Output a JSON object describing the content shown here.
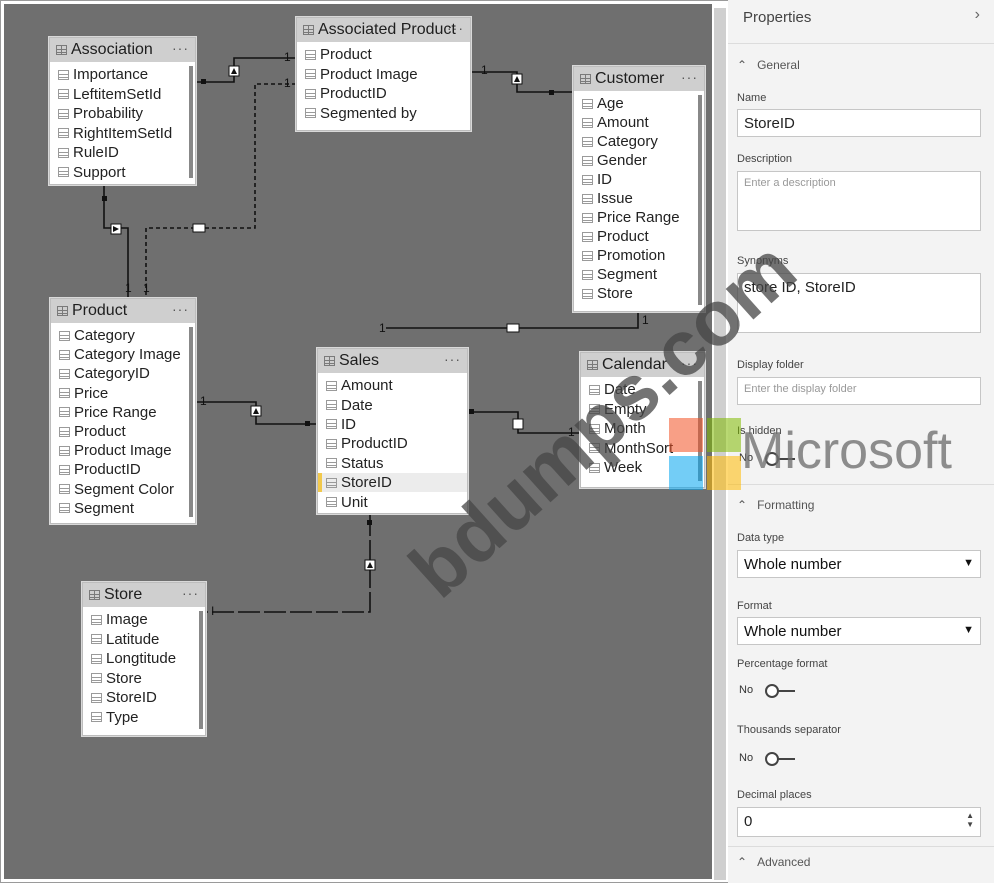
{
  "tables": {
    "association": {
      "title": "Association",
      "more": "···",
      "columns": [
        "Importance",
        "LeftitemSetId",
        "Probability",
        "RightItemSetId",
        "RuleID",
        "Support"
      ]
    },
    "associated_product": {
      "title": "Associated Product",
      "more": "···",
      "columns": [
        "Product",
        "Product Image",
        "ProductID",
        "Segmented by"
      ]
    },
    "customer": {
      "title": "Customer",
      "more": "···",
      "columns": [
        "Age",
        "Amount",
        "Category",
        "Gender",
        "ID",
        "Issue",
        "Price Range",
        "Product",
        "Promotion",
        "Segment",
        "Store"
      ]
    },
    "product": {
      "title": "Product",
      "more": "···",
      "columns": [
        "Category",
        "Category Image",
        "CategoryID",
        "Price",
        "Price Range",
        "Product",
        "Product Image",
        "ProductID",
        "Segment Color",
        "Segment"
      ]
    },
    "sales": {
      "title": "Sales",
      "more": "···",
      "columns": [
        "Amount",
        "Date",
        "ID",
        "ProductID",
        "Status",
        "StoreID",
        "Unit"
      ]
    },
    "calendar": {
      "title": "Calendar",
      "more": "···",
      "columns": [
        "Date",
        "Empty",
        "Month",
        "MonthSort",
        "Week"
      ]
    },
    "store": {
      "title": "Store",
      "more": "···",
      "columns": [
        "Image",
        "Latitude",
        "Longtitude",
        "Store",
        "StoreID",
        "Type"
      ]
    }
  },
  "relationships": {
    "cardinality_one": "1",
    "cardinality_many_marker": "I"
  },
  "properties": {
    "title": "Properties",
    "collapse_icon": "chevron-right-icon",
    "general_section": "General",
    "name_label": "Name",
    "name_value": "StoreID",
    "description_label": "Description",
    "description_placeholder": "Enter a description",
    "synonyms_label": "Synonyms",
    "synonyms_value": "store ID, StoreID",
    "display_folder_label": "Display folder",
    "display_folder_placeholder": "Enter the display folder",
    "is_hidden_label": "Is hidden",
    "is_hidden_value": "No",
    "formatting_section": "Formatting",
    "data_type_label": "Data type",
    "data_type_value": "Whole number",
    "format_label": "Format",
    "format_value": "Whole number",
    "percentage_format_label": "Percentage format",
    "percentage_format_value": "No",
    "thousands_separator_label": "Thousands separator",
    "thousands_separator_value": "No",
    "decimal_places_label": "Decimal places",
    "decimal_places_value": "0",
    "advanced_section": "Advanced"
  },
  "watermark": {
    "text": "bdumps.com",
    "brand": "Microsoft",
    "brand_colors": [
      "#f25022",
      "#7fba00",
      "#00a4ef",
      "#ffb900"
    ]
  },
  "colors": {
    "canvas": "#6f6f6f",
    "table_header": "#cfcfcf",
    "selected_marker": "#f2c94c",
    "panel_bg": "#f3f3f3"
  }
}
